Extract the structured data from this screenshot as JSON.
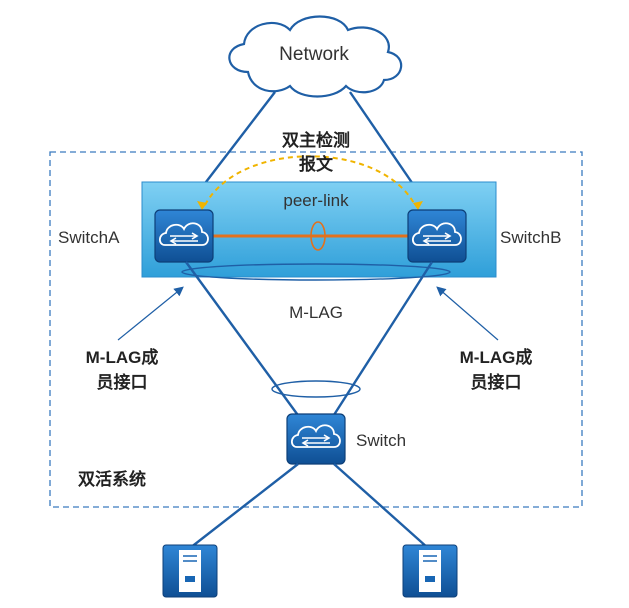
{
  "cloud_label": "Network",
  "detection_label_line1": "双主检测",
  "detection_label_line2": "报文",
  "peer_link_label": "peer-link",
  "switch_a_label": "SwitchA",
  "switch_b_label": "SwitchB",
  "mlag_label": "M-LAG",
  "member_left_line1": "M-LAG成",
  "member_left_line2": "员接口",
  "member_right_line1": "M-LAG成",
  "member_right_line2": "员接口",
  "switch_label": "Switch",
  "system_label": "双活系统",
  "colors": {
    "link_blue": "#1f5fa6",
    "peer_link_orange": "#e2711d",
    "detection_yellow": "#f0b400",
    "panel_fill": "#4bb3e6",
    "device_blue": "#1866b4",
    "dashed_border": "#3a7bbf"
  },
  "icons": [
    "cloud-icon",
    "switch-icon",
    "server-icon"
  ]
}
